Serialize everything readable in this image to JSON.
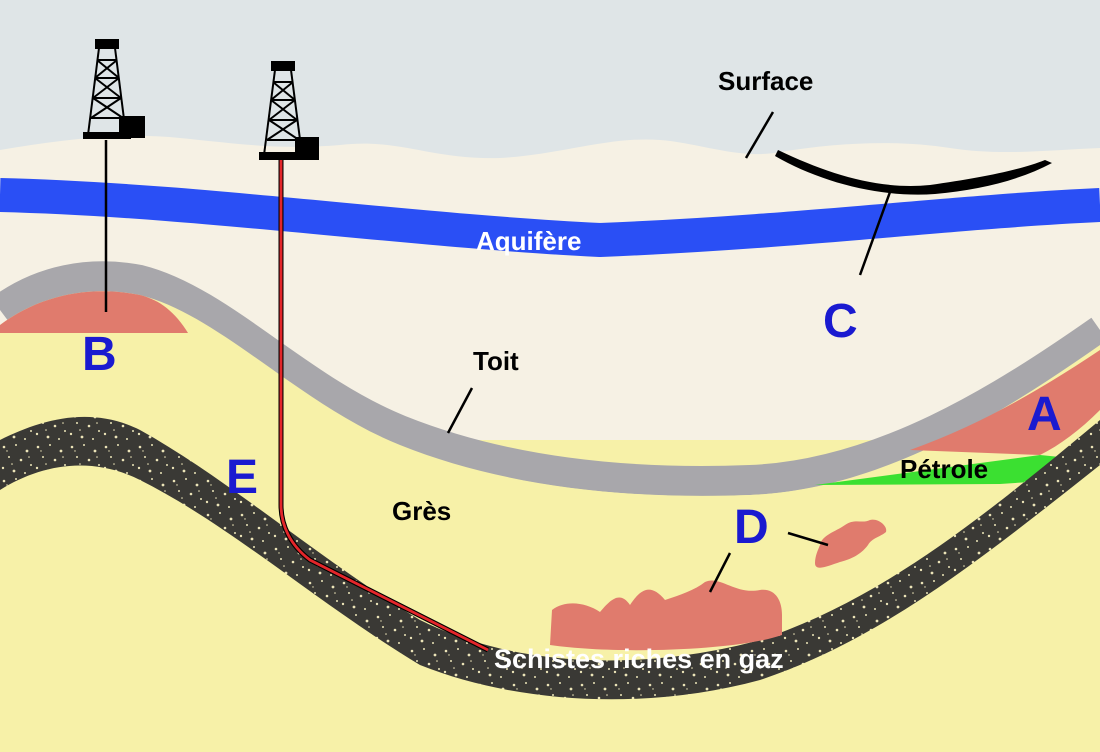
{
  "labels": {
    "surface": "Surface",
    "aquifer": "Aquifère",
    "caprock": "Toit",
    "sandstone": "Grès",
    "oil": "Pétrole",
    "shale": "Schistes riches en gaz",
    "a": "A",
    "b": "B",
    "c": "C",
    "d": "D",
    "e": "E"
  },
  "colors": {
    "sky": "#dfe5e7",
    "overburden": "#f6f1e4",
    "aquifer": "#2a4ff5",
    "caprock": "#a8a7ab",
    "sandstone": "#f7f1a8",
    "gas": "#e07b6d",
    "oil": "#3be031",
    "shale": "#3a3935",
    "well": "#e3262a",
    "letters": "#1a1ad0"
  }
}
